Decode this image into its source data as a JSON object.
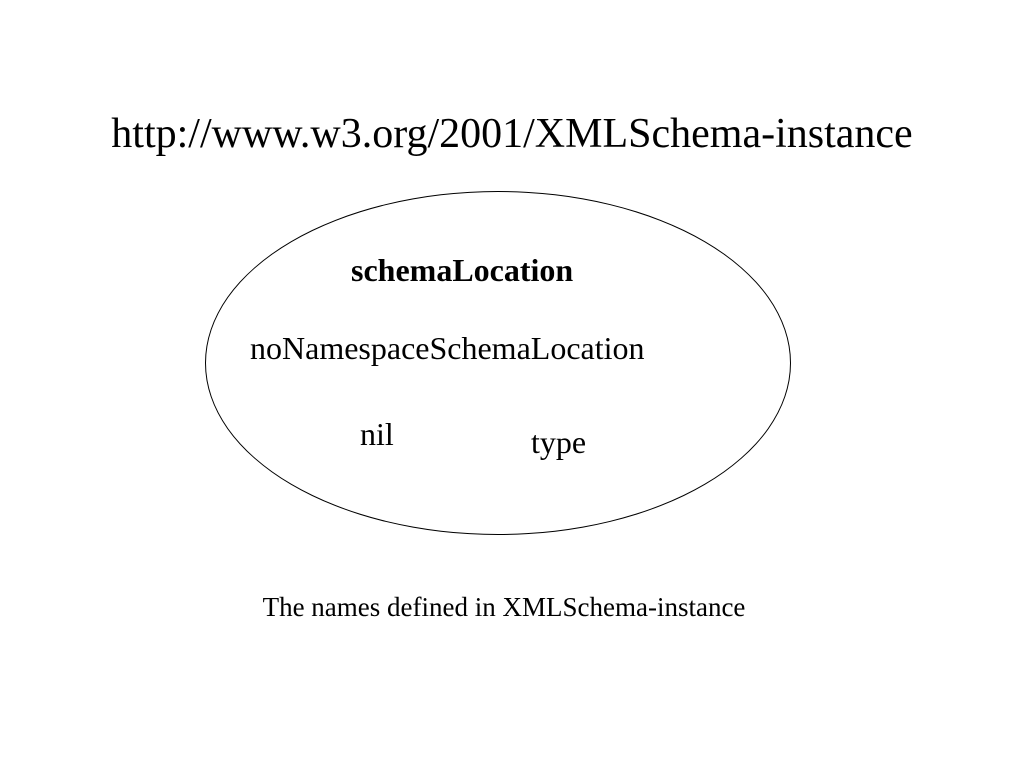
{
  "slide": {
    "title": "http://www.w3.org/2001/XMLSchema-instance",
    "caption": "The names defined in XMLSchema-instance"
  },
  "diagram": {
    "names": [
      "schemaLocation",
      "noNamespaceSchemaLocation",
      "nil",
      "type"
    ]
  },
  "colors": {
    "text": "#000000",
    "background": "#ffffff",
    "outline": "#000000"
  }
}
